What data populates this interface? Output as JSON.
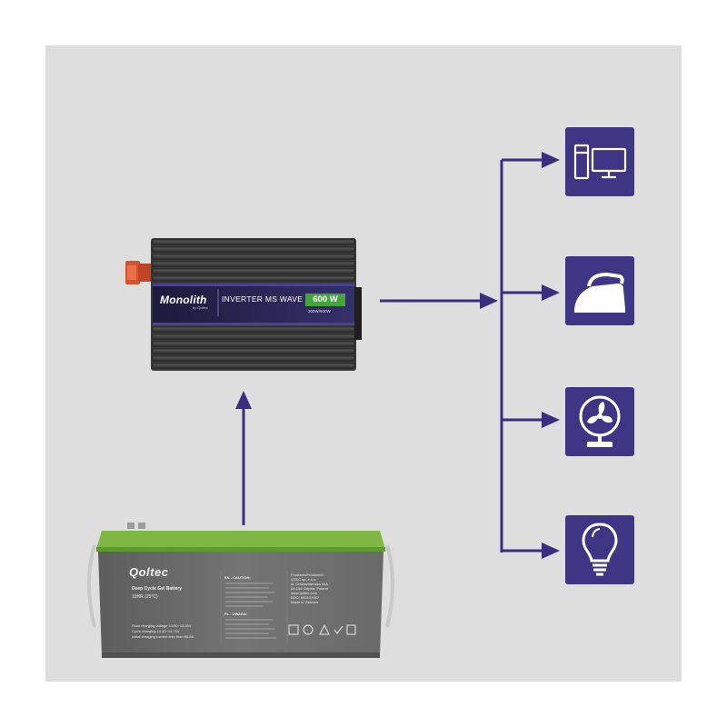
{
  "inverter": {
    "brand": "Monolith",
    "brand_sub": "by Qoltec",
    "model": "INVERTER MS WAVE",
    "power": "600 W",
    "power_range": "300W/600W"
  },
  "battery": {
    "brand": "Qoltec",
    "type": "Deep Cycle Gel Battery",
    "rating": "10HR (25°C)",
    "float_charging": "Float charging voltage 13.50~13.80V",
    "cycle_charging": "Cycle charging 14.40~14.70V",
    "initial_charging": "Initial charging current less than 60.0A",
    "caution_heading": "EN - CAUTION:",
    "uwaga_heading": "PL - UWAGA:",
    "producer_lines": [
      "Producer/Producent:",
      "QTEC sp. z o.o.",
      "ul. Chwarznieńska 44A",
      "84-106 Gdynia, Poland",
      "www.qoltec.com",
      "BDO: 000137087",
      "Made in Vietnam"
    ]
  },
  "loads": [
    {
      "icon": "computer-icon"
    },
    {
      "icon": "iron-icon"
    },
    {
      "icon": "fan-icon"
    },
    {
      "icon": "light-bulb-icon"
    }
  ],
  "colors": {
    "background": "#dededf",
    "icon_tile": "#3f3585",
    "arrow": "#3a2f7e",
    "battery_top": "#7fb744",
    "battery_body": "#6f6f6f",
    "inverter_accent": "#44a63a"
  }
}
